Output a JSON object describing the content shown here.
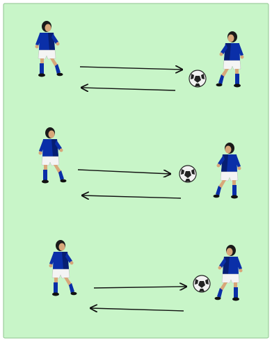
{
  "colors": {
    "field": "#c8f5c8",
    "field_border": "#8fc48f",
    "jersey": "#0a2fa8",
    "jersey_shade": "#061e73",
    "shorts": "#f4f4f4",
    "skin": "#d8a77a",
    "hair": "#1a1a1a",
    "arrow": "#111111",
    "ball_white": "#f2f2f2",
    "ball_black": "#222222"
  },
  "drill": {
    "pair_count": 3,
    "players_per_pair": 2,
    "balls_per_pair": 1,
    "pass_directions": [
      "right",
      "left"
    ]
  },
  "icons": {
    "player": "soccer-player-icon",
    "ball": "soccer-ball-icon",
    "pass": "pass-arrow-icon"
  }
}
